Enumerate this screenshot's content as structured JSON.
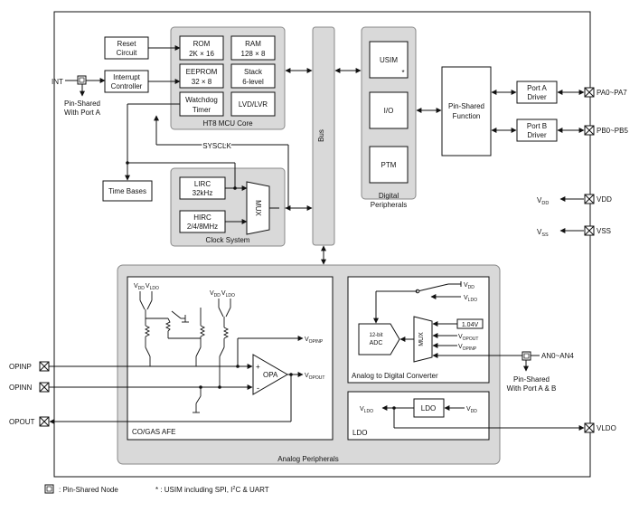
{
  "core": {
    "title": "HT8 MCU Core",
    "rom": [
      "ROM",
      "2K × 16"
    ],
    "ram": [
      "RAM",
      "128 × 8"
    ],
    "eeprom": [
      "EEPROM",
      "32 × 8"
    ],
    "stack": [
      "Stack",
      "6-level"
    ],
    "watchdog": [
      "Watchdog",
      "Timer"
    ],
    "lvd": "LVD/LVR"
  },
  "reset": [
    "Reset",
    "Circuit"
  ],
  "interrupt": [
    "Interrupt",
    "Controller"
  ],
  "int_pin": "INT",
  "int_shared": [
    "Pin-Shared",
    "With Port A"
  ],
  "sysclk": "SYSCLK",
  "time_bases": "Time Bases",
  "clock": {
    "title": "Clock System",
    "lirc": [
      "LIRC",
      "32kHz"
    ],
    "hirc": [
      "HIRC",
      "2/4/8MHz"
    ],
    "mux": "MUX"
  },
  "bus": "Bus",
  "digital": {
    "title": [
      "Digital",
      "Peripherals"
    ],
    "usim": "USIM",
    "usim_mark": "*",
    "io": "I/O",
    "ptm": "PTM"
  },
  "pin_shared_function": [
    "Pin-Shared",
    "Function"
  ],
  "port_a": [
    "Port A",
    "Driver"
  ],
  "port_b": [
    "Port B",
    "Driver"
  ],
  "pins": {
    "pa": "PA0~PA7",
    "pb": "PB0~PB5",
    "vdd": "VDD",
    "vss": "VSS",
    "vldo": "VLDO",
    "an": "AN0~AN4",
    "opinp": "OPINP",
    "opinn": "OPINN",
    "opout": "OPOUT"
  },
  "supply": {
    "vdd": [
      "V",
      "DD"
    ],
    "vss": [
      "V",
      "SS"
    ]
  },
  "analog": {
    "title": "Analog Peripherals",
    "afe_title": "CO/GAS AFE",
    "opa": "OPA",
    "plus": "+",
    "minus": "-",
    "v_opinp": [
      "V",
      "OPINP"
    ],
    "v_opout": [
      "V",
      "OPOUT"
    ],
    "vdd_vldo_1": [
      "V",
      "DD",
      "V",
      "LDO"
    ],
    "vdd_vldo_2": [
      "V",
      "DD",
      "V",
      "LDO"
    ],
    "adc_title": "Analog to Digital Converter",
    "adc": [
      "12-bit",
      "ADC"
    ],
    "adc_mux": "MUX",
    "ref": "1.04V",
    "adc_in_opout": [
      "V",
      "OPOUT"
    ],
    "adc_in_opinp": [
      "V",
      "OPINP"
    ],
    "adc_vdd": [
      "V",
      "DD"
    ],
    "adc_vldo": [
      "V",
      "LDO"
    ],
    "an_shared": [
      "Pin-Shared",
      "With Port A & B"
    ],
    "ldo_title": "LDO",
    "ldo": "LDO",
    "ldo_vldo": [
      "V",
      "LDO"
    ],
    "ldo_vdd": [
      "V",
      "DD"
    ]
  },
  "legend": {
    "node": ": Pin-Shared Node",
    "usim_note_a": "* : USIM including SPI, I",
    "usim_note_sup": "2",
    "usim_note_b": "C & UART"
  }
}
